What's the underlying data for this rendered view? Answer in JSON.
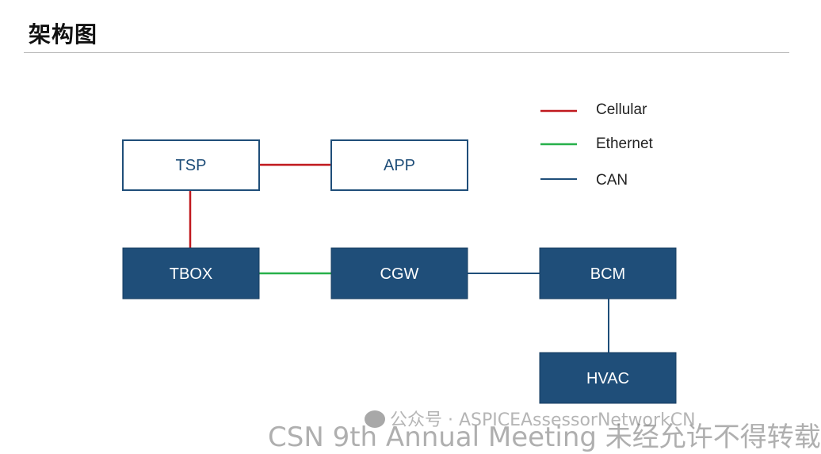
{
  "title": "架构图",
  "colors": {
    "cellular": "#c0191e",
    "ethernet": "#27b04a",
    "can": "#1f4e79",
    "dark_box": "#1f4e79",
    "light_box_border": "#1f4e79"
  },
  "legend": {
    "cellular": "Cellular",
    "ethernet": "Ethernet",
    "can": "CAN"
  },
  "nodes": {
    "tsp": "TSP",
    "app": "APP",
    "tbox": "TBOX",
    "cgw": "CGW",
    "bcm": "BCM",
    "hvac": "HVAC"
  },
  "connections": [
    {
      "from": "TSP",
      "to": "APP",
      "type": "Cellular"
    },
    {
      "from": "TSP",
      "to": "TBOX",
      "type": "Cellular"
    },
    {
      "from": "TBOX",
      "to": "CGW",
      "type": "Ethernet"
    },
    {
      "from": "CGW",
      "to": "BCM",
      "type": "CAN"
    },
    {
      "from": "BCM",
      "to": "HVAC",
      "type": "CAN"
    }
  ],
  "watermark": {
    "account": "公众号 · ASPICEAssessorNetworkCN",
    "notice": "CSN 9th Annual Meeting 未经允许不得转载"
  }
}
